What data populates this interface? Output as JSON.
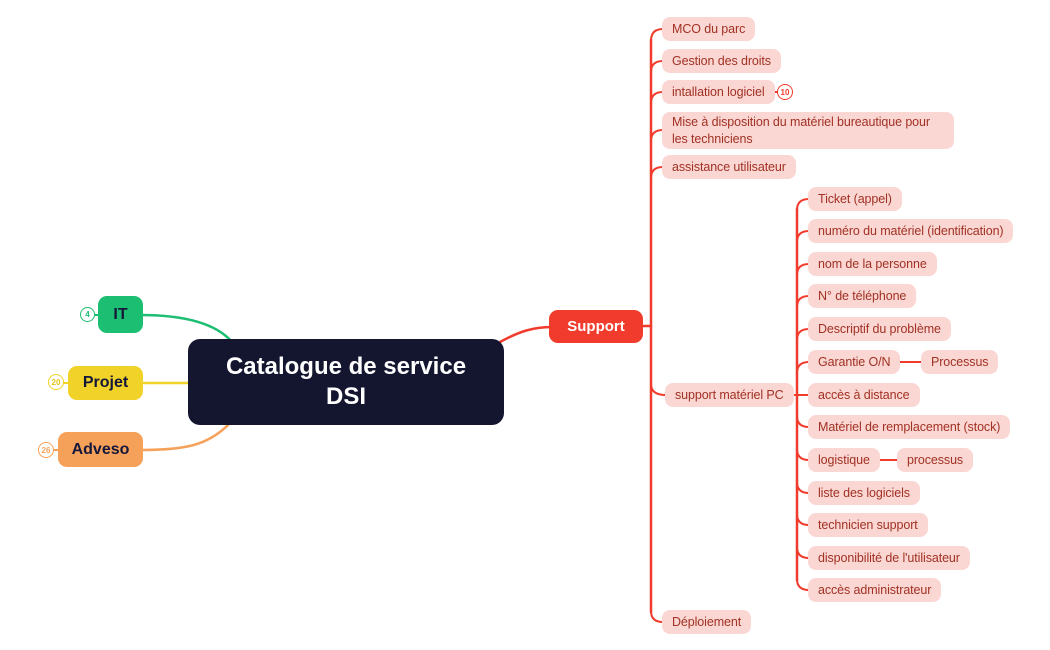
{
  "title": {
    "label": "Catalogue de service DSI"
  },
  "colors": {
    "root_bg": "#14162F",
    "support_red": "#F13B2C",
    "leaf_pink_bg": "#FAD7D2",
    "leaf_pink_text": "#A23125",
    "it_green": "#1CBE72",
    "projet_yellow": "#F0D228",
    "adveso_orange": "#F6A159"
  },
  "left_branches": [
    {
      "label": "IT",
      "count": "4"
    },
    {
      "label": "Projet",
      "count": "20"
    },
    {
      "label": "Adveso",
      "count": "26"
    }
  ],
  "support": {
    "label": "Support",
    "children": [
      {
        "label": "MCO du parc"
      },
      {
        "label": "Gestion des droits"
      },
      {
        "label": "intallation logiciel",
        "count": "10"
      },
      {
        "label": "Mise à disposition du matériel bureautique pour les techniciens"
      },
      {
        "label": "assistance utilisateur"
      },
      {
        "label": "support matériel PC",
        "children": [
          {
            "label": "Ticket (appel)"
          },
          {
            "label": "numéro du matériel (identification)"
          },
          {
            "label": "nom de la personne"
          },
          {
            "label": "N° de téléphone"
          },
          {
            "label": "Descriptif du problème"
          },
          {
            "label": "Garantie O/N",
            "children": [
              {
                "label": "Processus"
              }
            ]
          },
          {
            "label": "accès à distance"
          },
          {
            "label": "Matériel de remplacement (stock)"
          },
          {
            "label": "logistique",
            "children": [
              {
                "label": "processus"
              }
            ]
          },
          {
            "label": "liste des logiciels"
          },
          {
            "label": "technicien support"
          },
          {
            "label": "disponibilité de l'utilisateur"
          },
          {
            "label": "accès administrateur"
          }
        ]
      },
      {
        "label": "Déploiement"
      }
    ]
  }
}
